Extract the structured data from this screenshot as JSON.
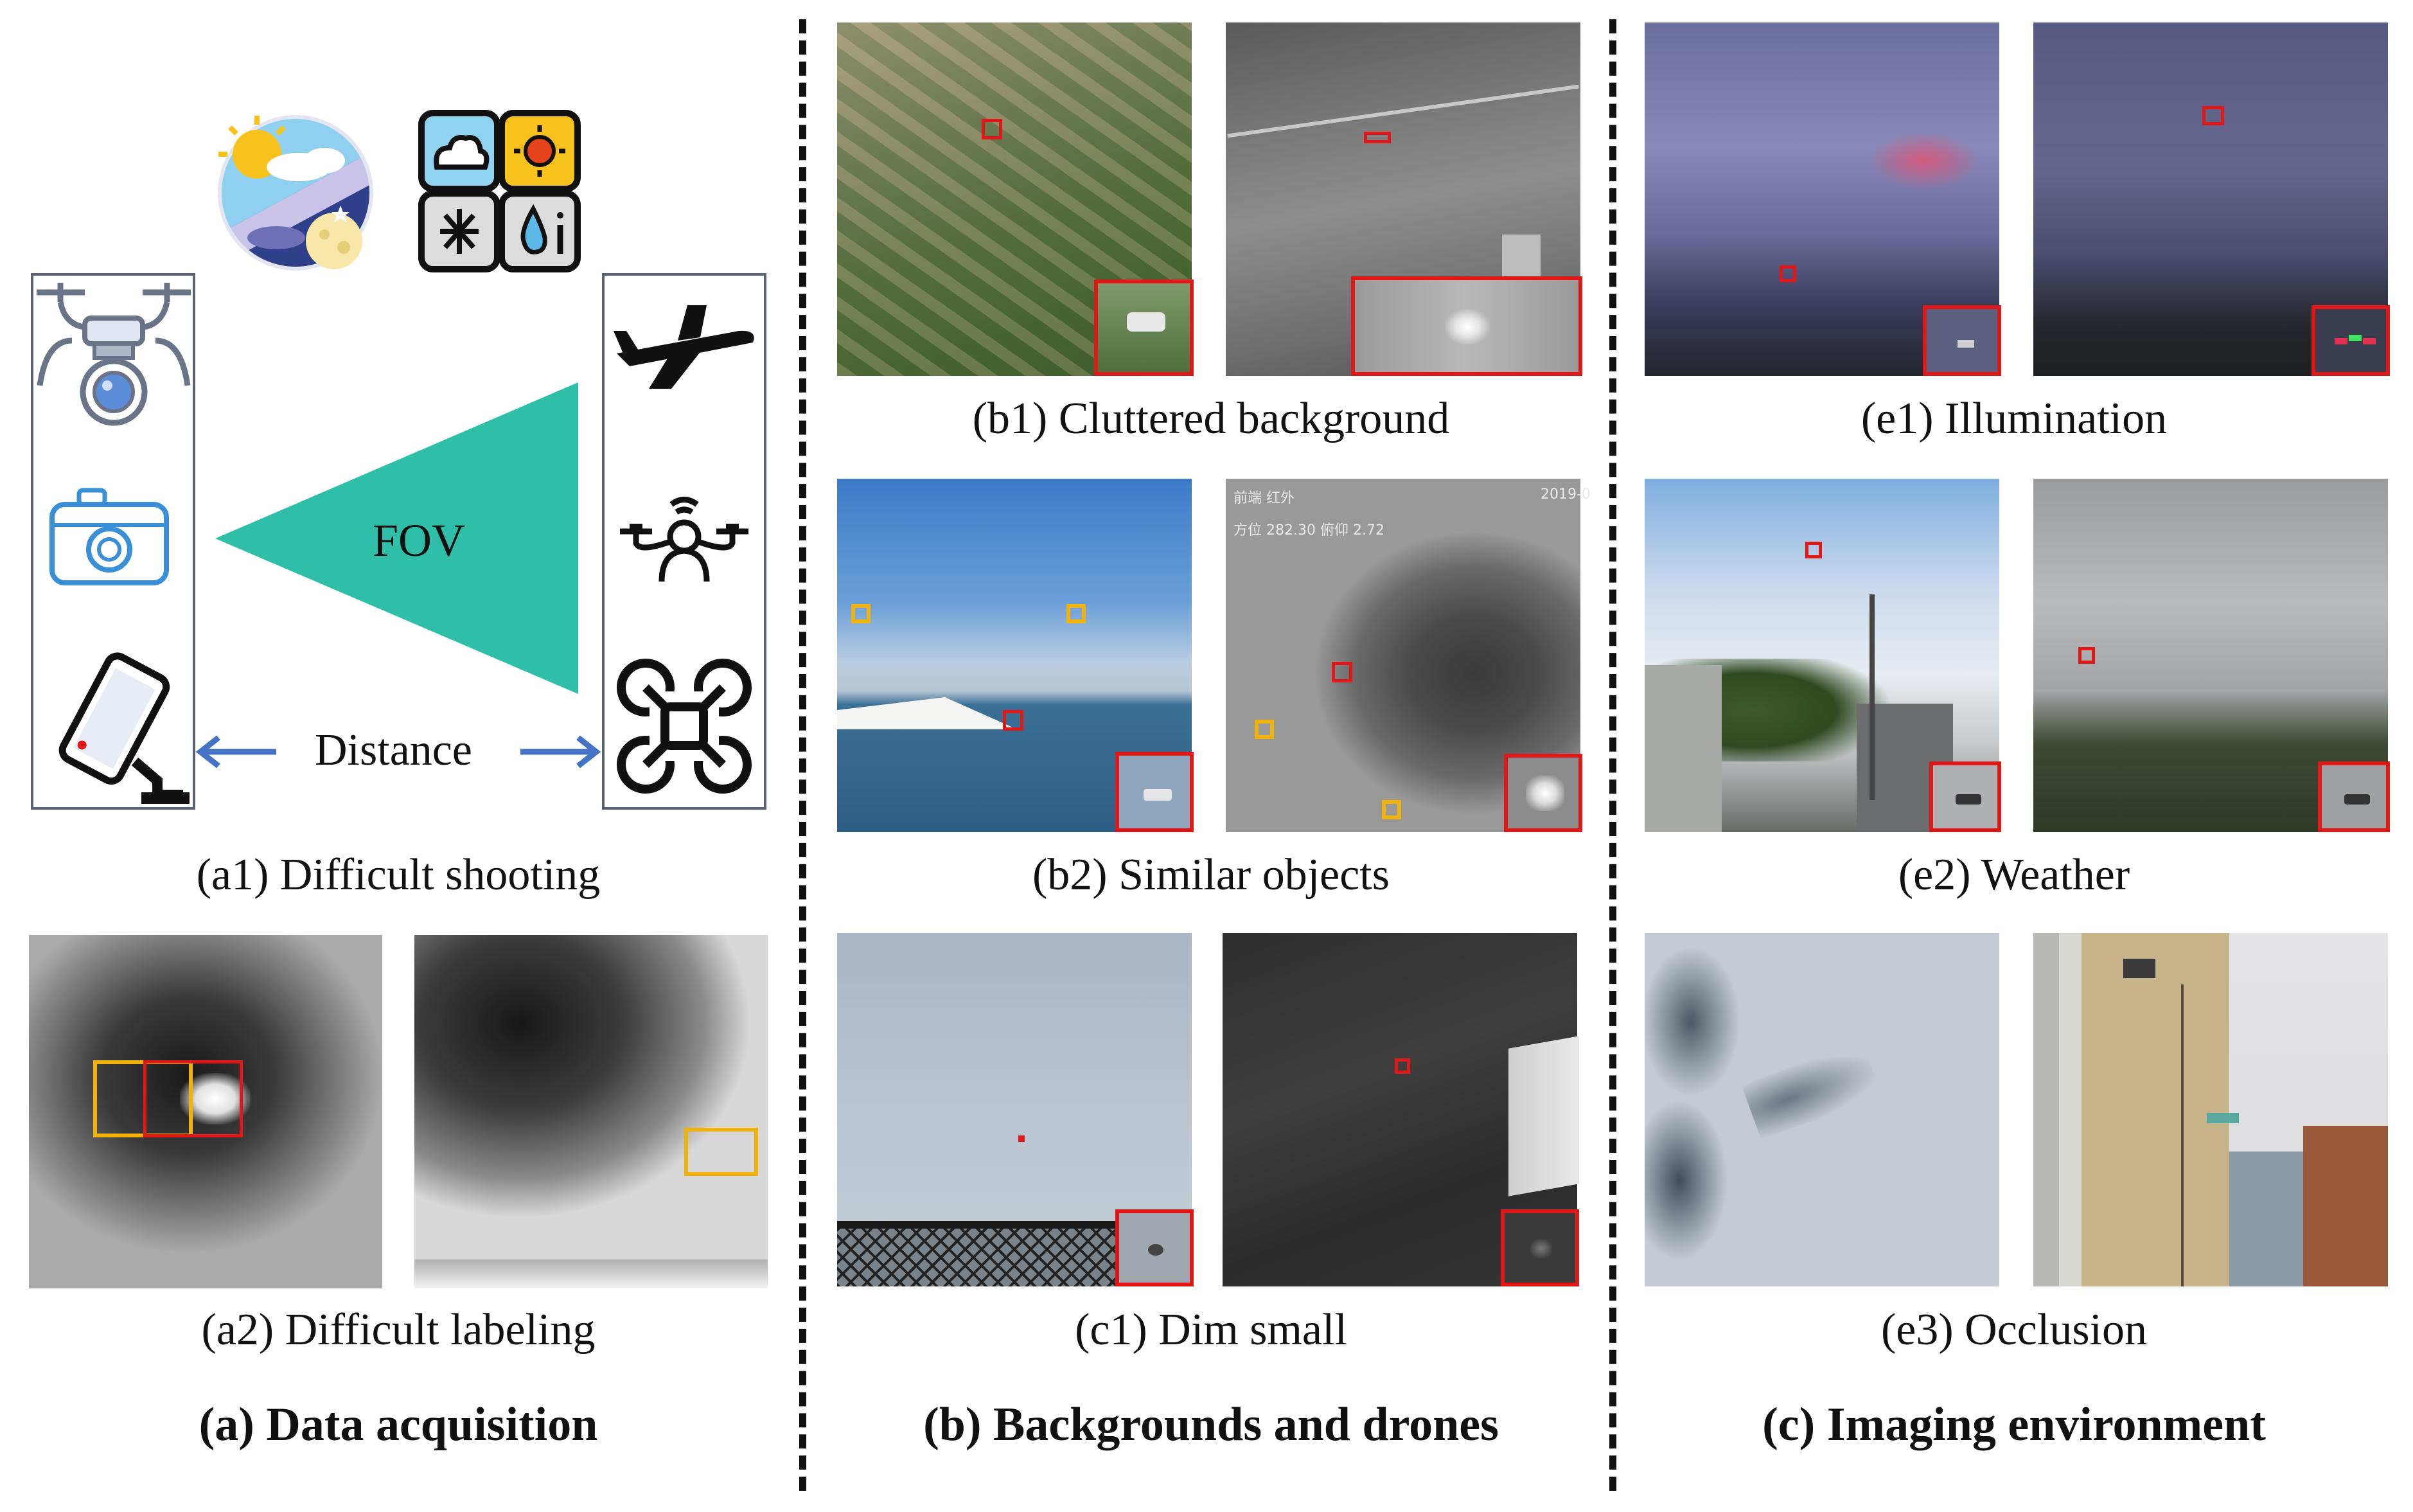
{
  "section_a": {
    "title": "(a) Data acquisition",
    "caption_a1": "(a1) Difficult shooting",
    "caption_a2": "(a2) Difficult labeling",
    "fov_label": "FOV",
    "distance_label": "Distance"
  },
  "section_b": {
    "title": "(b) Backgrounds and drones",
    "caption_b1": "(b1) Cluttered background",
    "caption_b2": "(b2) Similar objects",
    "caption_c1": "(c1) Dim small",
    "overlay_line1": "前端  红外",
    "overlay_date": "2019-0",
    "overlay_line2": "方位 282.30   俯仰 2.72"
  },
  "section_c": {
    "title": "(c) Imaging environment",
    "caption_e1": "(e1) Illumination",
    "caption_e2": "(e2) Weather",
    "caption_e3": "(e3) Occlusion"
  },
  "colors": {
    "red_box": "#e01818",
    "yellow_box": "#f2b20c",
    "fov_triangle": "#2fbfa8",
    "arrow": "#4472c4"
  },
  "icons": [
    "weather-day-night-icon",
    "weather-grid-icon",
    "drone-camera-icon",
    "camera-icon",
    "phone-stand-icon",
    "airplane-icon",
    "drone-icon",
    "quadcopter-icon"
  ]
}
